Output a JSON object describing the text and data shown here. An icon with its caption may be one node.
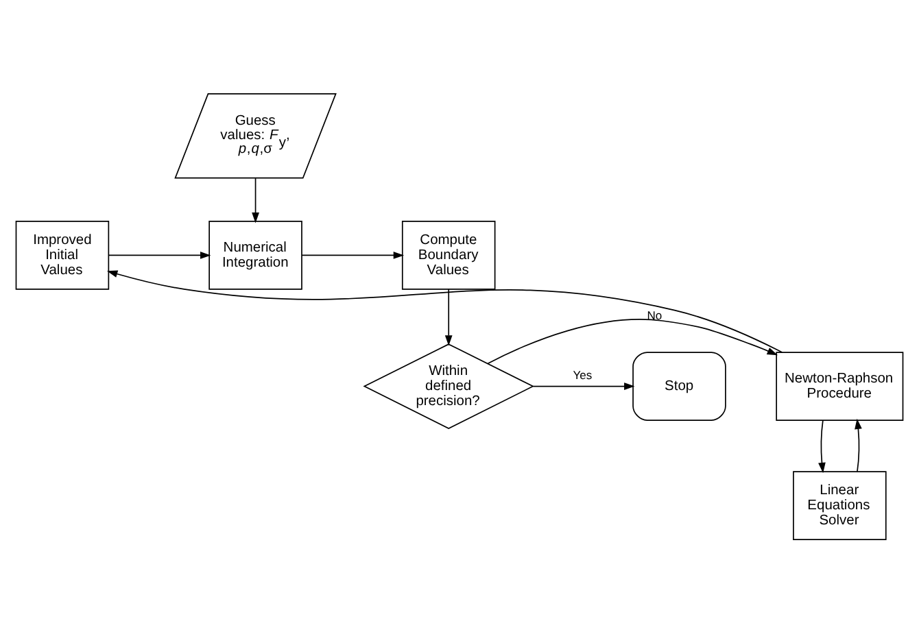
{
  "diagram": {
    "nodes": [
      {
        "text": [
          "Guess values: *F*$_{y}$, *p*,*q*,σ"
        ]
      },
      {
        "text": [
          "Improved Initial Values"
        ]
      },
      {
        "text": [
          "Numerical Integration"
        ]
      },
      {
        "text": [
          "Compute Boundary Values"
        ]
      },
      {
        "text": [
          "Within defined precision?"
        ]
      },
      {
        "text": [
          "Newton-Raphson Procedure"
        ]
      },
      {
        "text": [
          "Stop"
        ]
      },
      {
        "text": [
          "Linear Equations Solver"
        ]
      }
    ],
    "edges": [
      {
        "from": 0,
        "to": 2,
        "arrow": "to"
      },
      {
        "from": 1,
        "to": 2,
        "arrow": "to"
      },
      {
        "from": 2,
        "to": 3,
        "arrow": "to"
      },
      {
        "from": 3,
        "to": 4,
        "arrow": "to"
      },
      {
        "from": 4,
        "to": 5,
        "arrow": "to",
        "label": "No"
      },
      {
        "from": 4,
        "to": 6,
        "arrow": "to",
        "label": "Yes"
      },
      {
        "from": 5,
        "to": 1,
        "arrow": "to"
      },
      {
        "from": 5,
        "to": 7,
        "arrow": "to"
      },
      {
        "from": 7,
        "to": 5,
        "arrow": "to"
      }
    ]
  }
}
